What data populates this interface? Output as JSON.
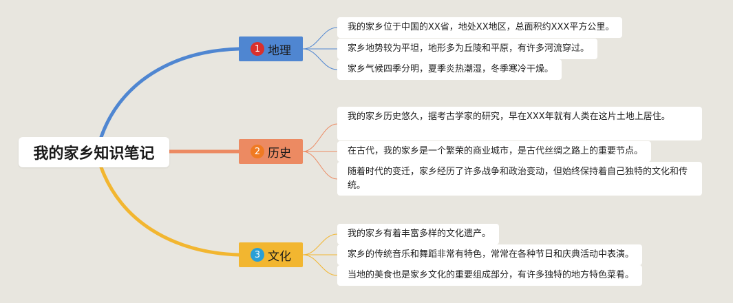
{
  "root": {
    "title": "我的家乡知识笔记"
  },
  "branches": [
    {
      "number": "1",
      "label": "地理",
      "color": "#4f86d1",
      "badge_color": "#d9302c",
      "items": [
        "我的家乡位于中国的XX省，地处XX地区，总面积约XXX平方公里。",
        "家乡地势较为平坦，地形多为丘陵和平原，有许多河流穿过。",
        "家乡气候四季分明，夏季炎热潮湿，冬季寒冷干燥。"
      ]
    },
    {
      "number": "2",
      "label": "历史",
      "color": "#ec8a62",
      "badge_color": "#f07a22",
      "items": [
        "我的家乡历史悠久，据考古学家的研究，早在XXX年就有人类在这片土地上居住。",
        "在古代，我的家乡是一个繁荣的商业城市，是古代丝绸之路上的重要节点。",
        "随着时代的变迁，家乡经历了许多战争和政治变动，但始终保持着自己独特的文化和传统。"
      ]
    },
    {
      "number": "3",
      "label": "文化",
      "color": "#f2b630",
      "badge_color": "#2a9fd6",
      "items": [
        "我的家乡有着丰富多样的文化遗产。",
        "家乡的传统音乐和舞蹈非常有特色，常常在各种节日和庆典活动中表演。",
        "当地的美食也是家乡文化的重要组成部分，有许多独特的地方特色菜肴。"
      ]
    }
  ]
}
